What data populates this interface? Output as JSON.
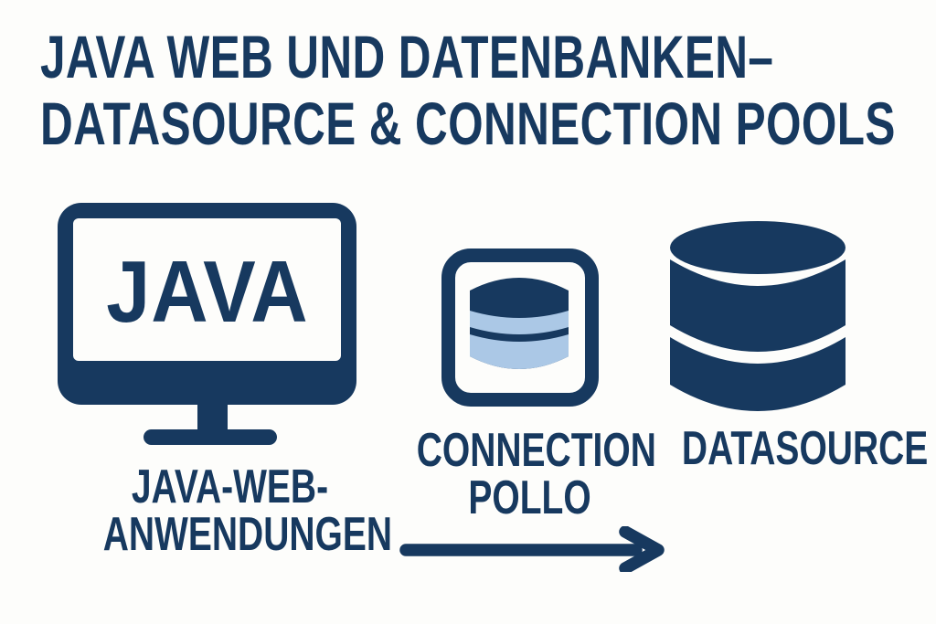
{
  "title": {
    "line1": "JAVA WEB UND DATENBANKEN–",
    "line2": "DATASOURCE & CONNECTION POOLS"
  },
  "monitor": {
    "screen_text": "JAVA",
    "label": {
      "line1": "JAVA-WEB-",
      "line2": "ANWENDUNGEN"
    }
  },
  "connection_pool": {
    "label": {
      "line1": "CONNECTION",
      "line2": "POLLO"
    }
  },
  "datasource": {
    "label": "DATASOURCE"
  },
  "icons": {
    "monitor": "monitor-icon",
    "connection_pool": "connection-pool-icon",
    "small_database": "database-cylinder-icon",
    "large_database": "database-icon",
    "arrow": "arrow-right-icon"
  },
  "colors": {
    "navy": "#17395F",
    "light_blue": "#ABC8E6",
    "background": "#FDFDFB"
  }
}
